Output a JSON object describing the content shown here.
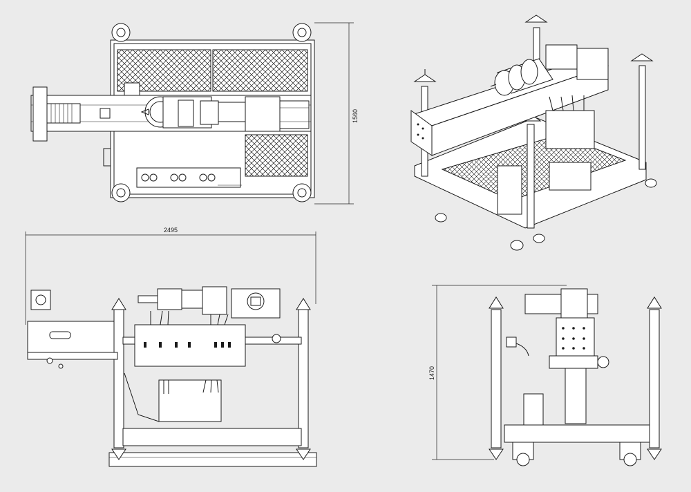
{
  "drawing": {
    "dim_width_front": "2495",
    "dim_depth_top": "1560",
    "dim_height_side": "1470"
  },
  "colors": {
    "background": "#ebebeb",
    "line": "#1a1a1a",
    "fill": "#ffffff"
  }
}
